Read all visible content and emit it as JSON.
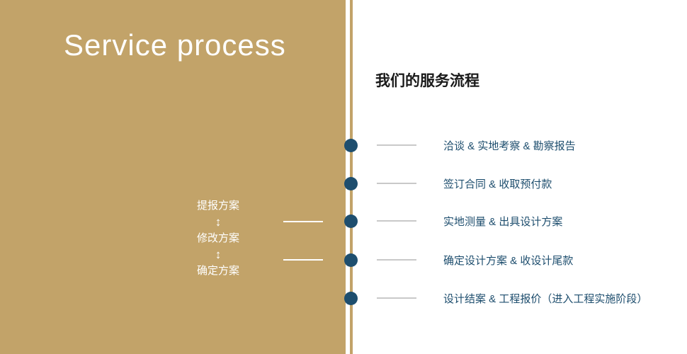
{
  "left_panel": {
    "title": "Service process",
    "loop_steps": [
      "提报方案",
      "修改方案",
      "确定方案"
    ],
    "arrow_glyph": "↕",
    "bg_color": "#c2a369",
    "text_color": "#ffffff"
  },
  "right_panel": {
    "title": "我们的服务流程",
    "steps": [
      "洽谈 & 实地考察 & 勘察报告",
      "签订合同 & 收取预付款",
      "实地测量 & 出具设计方案",
      "确定设计方案 & 收设计尾款",
      "设计结案 & 工程报价（进入工程实施阶段）"
    ],
    "dot_color": "#1e4e6e",
    "step_text_color": "#1e4e6e",
    "dash_color": "#c9c9c9",
    "title_color": "#1a1a1a"
  }
}
